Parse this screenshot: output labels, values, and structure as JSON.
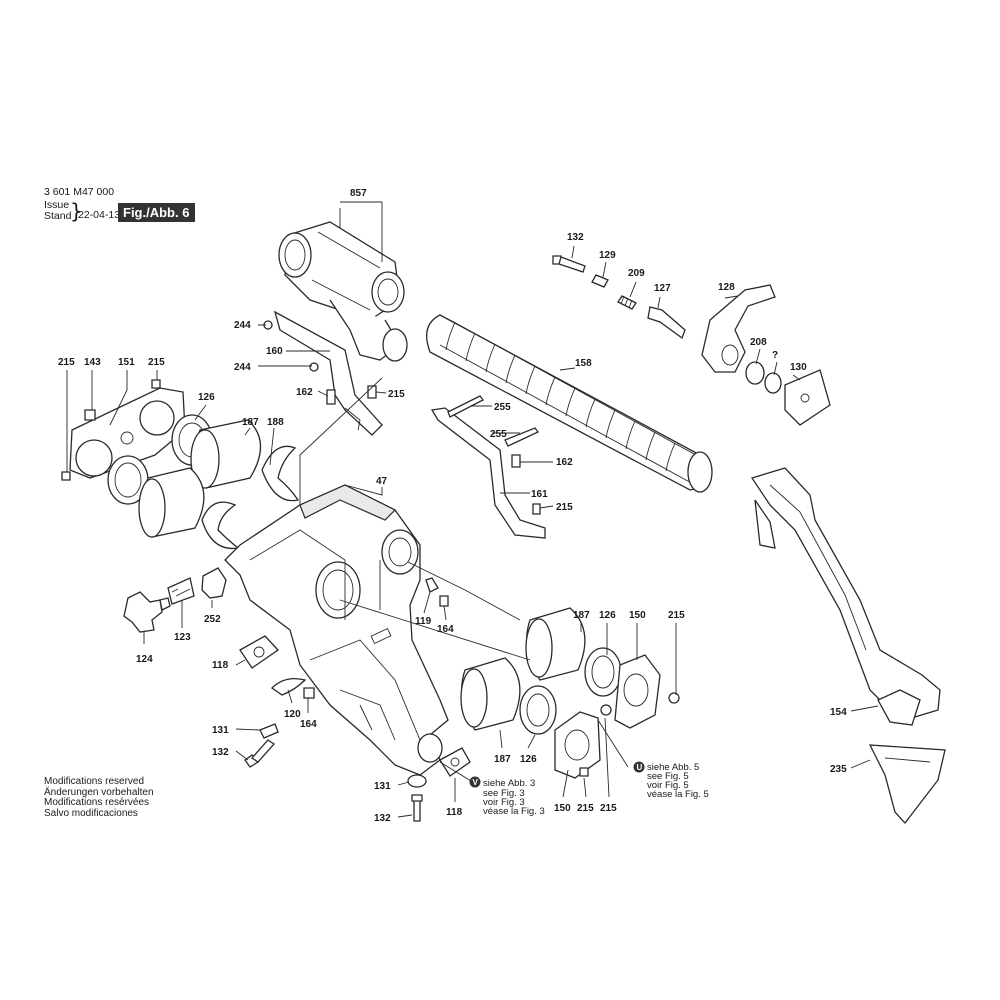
{
  "header": {
    "doc_number": "3 601 M47 000",
    "issue_label": "Issue",
    "stand_label": "Stand",
    "date": "22-04-13",
    "figure": "Fig./Abb. 6"
  },
  "footer_notes": [
    "Modifications reserved",
    "Änderungen vorbehalten",
    "Modifications resérvées",
    "Salvo modificaciones"
  ],
  "part_labels": [
    {
      "id": "857",
      "text": "857"
    },
    {
      "id": "132a",
      "text": "132"
    },
    {
      "id": "129",
      "text": "129"
    },
    {
      "id": "209",
      "text": "209"
    },
    {
      "id": "127",
      "text": "127"
    },
    {
      "id": "128",
      "text": "128"
    },
    {
      "id": "208",
      "text": "208"
    },
    {
      "id": "qmark",
      "text": "?"
    },
    {
      "id": "130",
      "text": "130"
    },
    {
      "id": "244a",
      "text": "244"
    },
    {
      "id": "160",
      "text": "160"
    },
    {
      "id": "244b",
      "text": "244"
    },
    {
      "id": "158",
      "text": "158"
    },
    {
      "id": "215a",
      "text": "215"
    },
    {
      "id": "143",
      "text": "143"
    },
    {
      "id": "151",
      "text": "151"
    },
    {
      "id": "215b",
      "text": "215"
    },
    {
      "id": "162a",
      "text": "162"
    },
    {
      "id": "215c",
      "text": "215"
    },
    {
      "id": "255a",
      "text": "255"
    },
    {
      "id": "126a",
      "text": "126"
    },
    {
      "id": "187a",
      "text": "187"
    },
    {
      "id": "188",
      "text": "188"
    },
    {
      "id": "255b",
      "text": "255"
    },
    {
      "id": "162b",
      "text": "162"
    },
    {
      "id": "47",
      "text": "47"
    },
    {
      "id": "161",
      "text": "161"
    },
    {
      "id": "215d",
      "text": "215"
    },
    {
      "id": "252",
      "text": "252"
    },
    {
      "id": "123",
      "text": "123"
    },
    {
      "id": "124",
      "text": "124"
    },
    {
      "id": "119",
      "text": "119"
    },
    {
      "id": "164a",
      "text": "164"
    },
    {
      "id": "187b",
      "text": "187"
    },
    {
      "id": "126b",
      "text": "126"
    },
    {
      "id": "150a",
      "text": "150"
    },
    {
      "id": "215e",
      "text": "215"
    },
    {
      "id": "118a",
      "text": "118"
    },
    {
      "id": "120",
      "text": "120"
    },
    {
      "id": "164b",
      "text": "164"
    },
    {
      "id": "131a",
      "text": "131"
    },
    {
      "id": "132b",
      "text": "132"
    },
    {
      "id": "187c",
      "text": "187"
    },
    {
      "id": "126c",
      "text": "126"
    },
    {
      "id": "131b",
      "text": "131"
    },
    {
      "id": "118b",
      "text": "118"
    },
    {
      "id": "132c",
      "text": "132"
    },
    {
      "id": "150b",
      "text": "150"
    },
    {
      "id": "215f",
      "text": "215"
    },
    {
      "id": "215g",
      "text": "215"
    },
    {
      "id": "154",
      "text": "154"
    },
    {
      "id": "235",
      "text": "235"
    }
  ],
  "references": {
    "v": {
      "badge": "V",
      "lines": [
        "siehe Abb. 3",
        "see Fig. 3",
        "voir Fig. 3",
        "véase la Fig. 3"
      ]
    },
    "u": {
      "badge": "U",
      "lines": [
        "siehe Abb. 5",
        "see Fig. 5",
        "voir Fig. 5",
        "véase la Fig. 5"
      ]
    }
  }
}
